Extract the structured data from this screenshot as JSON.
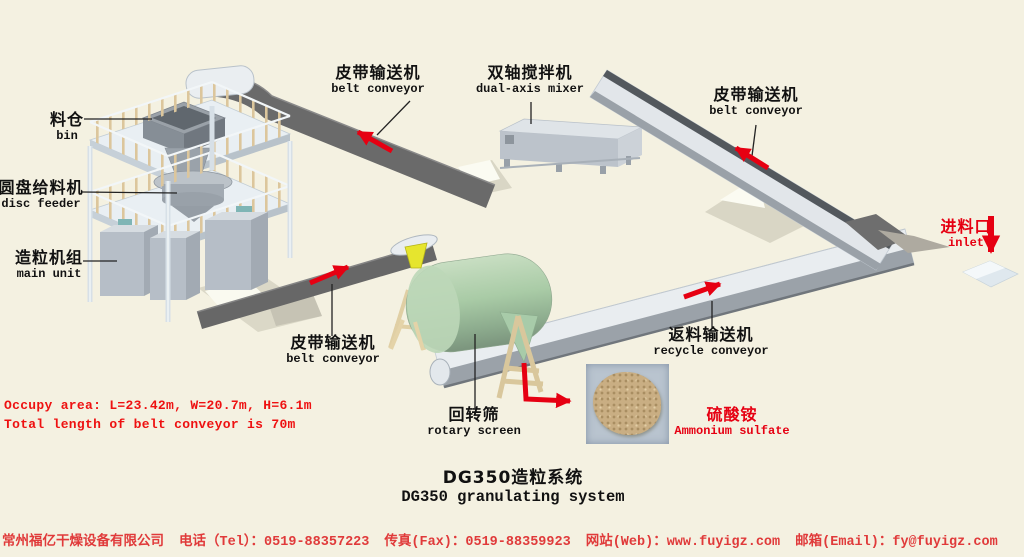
{
  "colors": {
    "background": "#f4f1e1",
    "accent_red": "#e60012",
    "footer_red": "#e03a3a",
    "belt_dark_gray": "#6a6a6a",
    "conveyor_light": "#e9edf0",
    "drum_green": "#a9cba6",
    "leg_tan": "#dcc69c",
    "label_black": "#111111",
    "photo_background": "#b9c4cf",
    "granule_tan": "#c9ae83"
  },
  "labels": {
    "belt_conveyor_top": {
      "zh": "皮带输送机",
      "en": "belt conveyor"
    },
    "mixer": {
      "zh": "双轴搅拌机",
      "en": "dual-axis mixer"
    },
    "belt_conveyor_right": {
      "zh": "皮带输送机",
      "en": "belt conveyor"
    },
    "bin": {
      "zh": "料仓",
      "en": "bin"
    },
    "disc_feeder": {
      "zh": "圆盘给料机",
      "en": "disc feeder"
    },
    "main_unit": {
      "zh": "造粒机组",
      "en": "main unit"
    },
    "belt_conveyor_mid": {
      "zh": "皮带输送机",
      "en": "belt conveyor"
    },
    "rotary_screen": {
      "zh": "回转筛",
      "en": "rotary screen"
    },
    "recycle_conveyor": {
      "zh": "返料输送机",
      "en": "recycle conveyor"
    },
    "inlet": {
      "zh": "进料口",
      "en": "inlet"
    },
    "ammonium_sulfate": {
      "zh": "硫酸铵",
      "en": "Ammonium sulfate"
    }
  },
  "specs": {
    "line1": "Occupy area: L=23.42m, W=20.7m, H=6.1m",
    "line2": "Total length of belt conveyor is 70m"
  },
  "title": {
    "zh": "DG350造粒系统",
    "en": "DG350 granulating system"
  },
  "footer": {
    "segments": [
      "常州福亿干燥设备有限公司",
      "电话（Tel）：0519-88357223",
      "传真(Fax)：0519-88359923",
      "网站(Web)：www.fuyigz.com",
      "邮箱(Email)：fy@fuyigz.com"
    ]
  }
}
